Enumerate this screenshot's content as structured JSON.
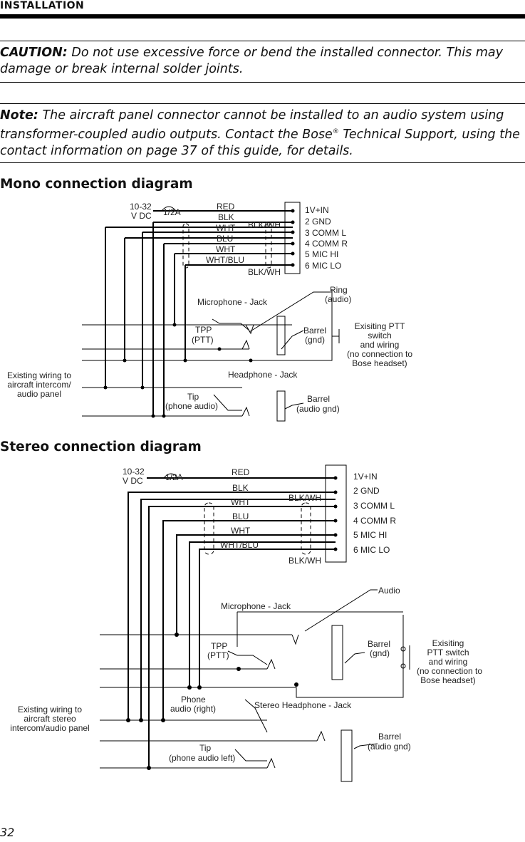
{
  "header": {
    "title": "INSTALLATION"
  },
  "caution": {
    "label": "CAUTION:",
    "text": " Do not use excessive force or bend the installed connector. This may damage or break internal solder joints."
  },
  "note": {
    "label": "Note:",
    "text_before": " The aircraft panel connector cannot be installed to an audio system using transformer-coupled audio outputs. Contact the Bose",
    "reg": "®",
    "text_after": " Technical Support, using the contact information on page 37 of this guide, for details."
  },
  "mono": {
    "title": "Mono connection diagram",
    "power": [
      "10-32",
      "V DC"
    ],
    "fuse": "1/2A",
    "wires": [
      "RED",
      "BLK",
      "WHT",
      "BLU",
      "WHT",
      "WHT/BLU"
    ],
    "shield": "BLK/WH",
    "pins": [
      "1V+IN",
      "2 GND",
      "3 COMM L",
      "4 COMM R",
      "5 MIC HI",
      "6 MIC LO"
    ],
    "mic_jack": "Microphone - Jack",
    "ring": [
      "Ring",
      "(audio)"
    ],
    "tpp": [
      "TPP",
      "(PTT)"
    ],
    "barrel_gnd": [
      "Barrel",
      "(gnd)"
    ],
    "ptt": [
      "Exisiting PTT",
      "switch",
      "and wiring",
      "(no connection to",
      "Bose headset)"
    ],
    "headphone_jack": "Headphone - Jack",
    "existing": [
      "Existing wiring to",
      "aircraft intercom/",
      "audio panel"
    ],
    "tip": [
      "Tip",
      "(phone audio)"
    ],
    "barrel_audio": [
      "Barrel",
      "(audio gnd)"
    ]
  },
  "stereo": {
    "title": "Stereo connection diagram",
    "power": [
      "10-32",
      "V DC"
    ],
    "fuse": "1/2A",
    "wires": [
      "RED",
      "BLK",
      "WHT",
      "BLU",
      "WHT",
      "WHT/BLU"
    ],
    "shield": "BLK/WH",
    "pins": [
      "1V+IN",
      "2 GND",
      "3 COMM L",
      "4 COMM R",
      "5 MIC HI",
      "6 MIC LO"
    ],
    "audio": "Audio",
    "mic_jack": "Microphone - Jack",
    "tpp": [
      "TPP",
      "(PTT)"
    ],
    "barrel_gnd": [
      "Barrel",
      "(gnd)"
    ],
    "ptt": [
      "Exisiting",
      "PTT switch",
      "and wiring",
      "(no connection to",
      "Bose headset)"
    ],
    "phone_right": [
      "Phone",
      "audio (right)"
    ],
    "headphone_jack": "Stereo Headphone - Jack",
    "existing": [
      "Existing wiring to",
      "aircraft stereo",
      "intercom/audio panel"
    ],
    "tip": [
      "Tip",
      "(phone audio left)"
    ],
    "barrel_audio": [
      "Barrel",
      "(audio gnd)"
    ]
  },
  "page_number": "32"
}
